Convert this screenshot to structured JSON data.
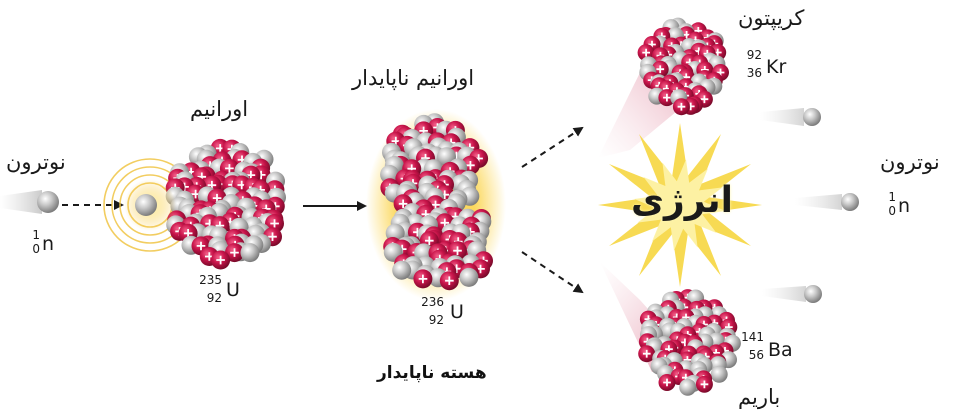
{
  "labels": {
    "neutron_left": "نوترون",
    "uranium": "اورانیم",
    "unstable_uranium": "اورانیم ناپایدار",
    "krypton": "کریپتون",
    "neutron_right": "نوترون",
    "barium": "باریم",
    "energy": "انرژی",
    "unstable_nucleus": "هسته ناپایدار"
  },
  "isotopes": {
    "neutron_in": {
      "mass": "1",
      "atomic": "0",
      "symbol": "n"
    },
    "u235": {
      "mass": "235",
      "atomic": "92",
      "symbol": "U"
    },
    "u236": {
      "mass": "236",
      "atomic": "92",
      "symbol": "U"
    },
    "kr": {
      "mass": "92",
      "atomic": "36",
      "symbol": "Kr"
    },
    "ba": {
      "mass": "141",
      "atomic": "56",
      "symbol": "Ba"
    },
    "neutron_out": {
      "mass": "1",
      "atomic": "0",
      "symbol": "n"
    }
  },
  "colors": {
    "proton": "#c8144a",
    "neutron": "#b4b4b4",
    "energy_text": "#1a1a1a",
    "energy_star": "#f7d84a",
    "glow": "#f6c63a"
  }
}
